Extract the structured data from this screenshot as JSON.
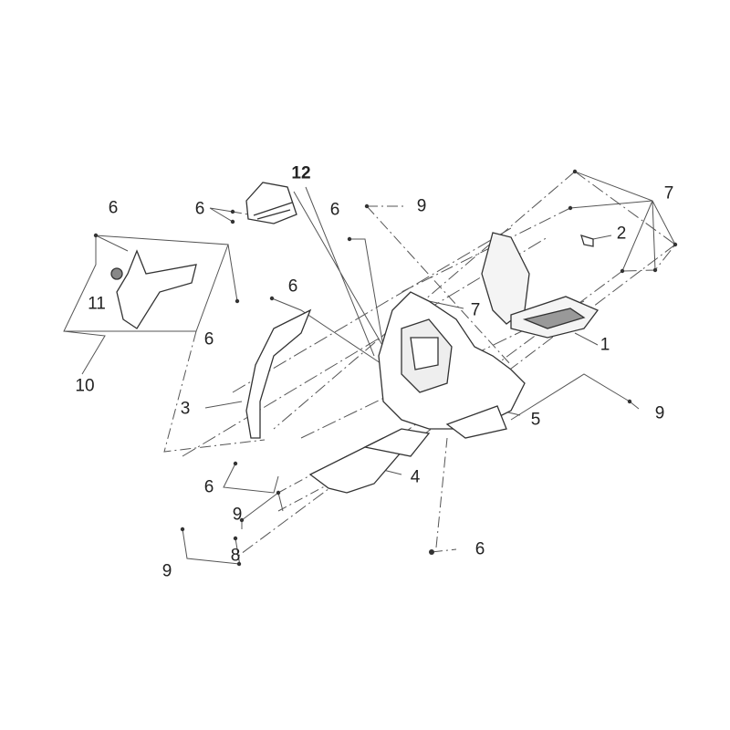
{
  "diagram": {
    "callouts": [
      {
        "id": "c12",
        "text": "12",
        "bold": true
      },
      {
        "id": "c7a",
        "text": "7"
      },
      {
        "id": "c6a",
        "text": "6"
      },
      {
        "id": "c6b",
        "text": "6"
      },
      {
        "id": "c9a",
        "text": "9"
      },
      {
        "id": "c6c",
        "text": "6"
      },
      {
        "id": "c2",
        "text": "2"
      },
      {
        "id": "c6d",
        "text": "6"
      },
      {
        "id": "c7b",
        "text": "7"
      },
      {
        "id": "c11",
        "text": "11"
      },
      {
        "id": "c6e",
        "text": "6"
      },
      {
        "id": "c1",
        "text": "1"
      },
      {
        "id": "c10",
        "text": "10"
      },
      {
        "id": "c3",
        "text": "3"
      },
      {
        "id": "c9b",
        "text": "9"
      },
      {
        "id": "c5",
        "text": "5"
      },
      {
        "id": "c4",
        "text": "4"
      },
      {
        "id": "c6f",
        "text": "6"
      },
      {
        "id": "c9c",
        "text": "9"
      },
      {
        "id": "c8",
        "text": "8"
      },
      {
        "id": "c9d",
        "text": "9"
      },
      {
        "id": "c6g",
        "text": "6"
      }
    ]
  }
}
